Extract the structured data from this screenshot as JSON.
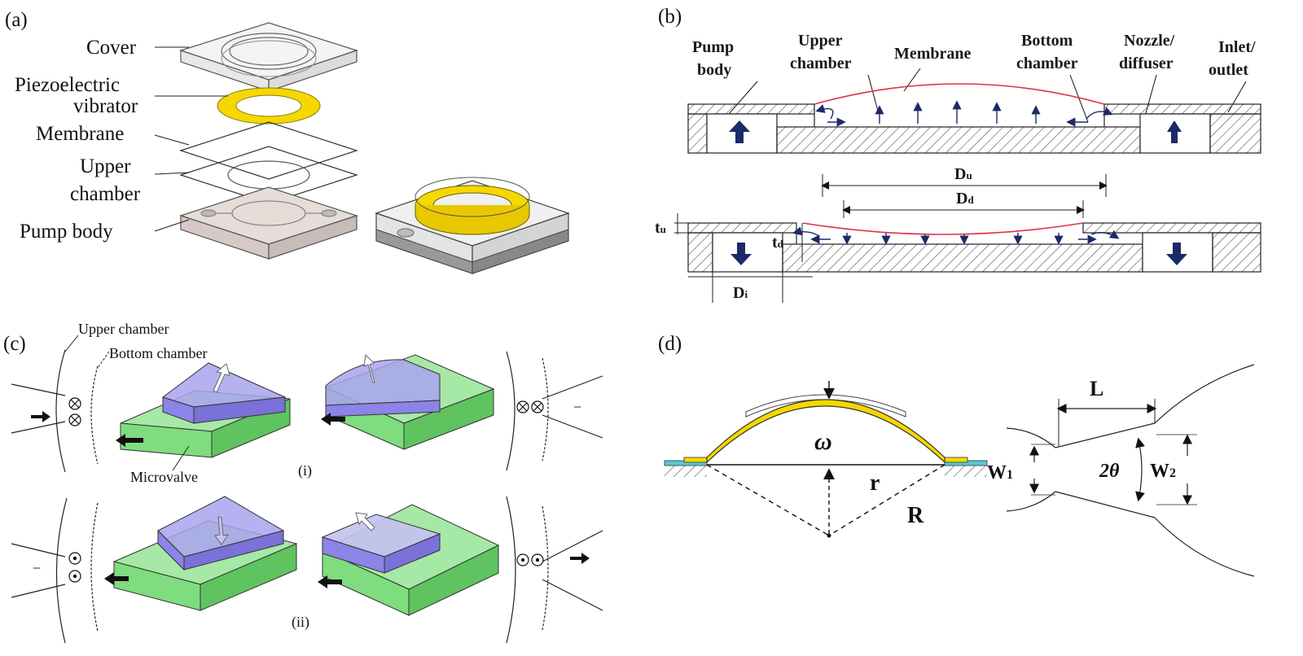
{
  "panels": {
    "a": "(a)",
    "b": "(b)",
    "c": "(c)",
    "d": "(d)"
  },
  "a": {
    "cover": "Cover",
    "piezo_line1": "Piezoelectric",
    "piezo_line2": "vibrator",
    "membrane": "Membrane",
    "upper_line1": "Upper",
    "upper_line2": "chamber",
    "pump_body": "Pump body"
  },
  "b": {
    "pump_line1": "Pump",
    "pump_line2": "body",
    "upper_line1": "Upper",
    "upper_line2": "chamber",
    "membrane": "Membrane",
    "bottom_line1": "Bottom",
    "bottom_line2": "chamber",
    "nozzle_line1": "Nozzle/",
    "nozzle_line2": "diffuser",
    "inlet_line1": "Inlet/",
    "inlet_line2": "outlet",
    "du": "D",
    "du_sub": "u",
    "dd": "D",
    "dd_sub": "d",
    "tu": "t",
    "tu_sub": "u",
    "td": "t",
    "td_sub": "d",
    "di": "D",
    "di_sub": "i"
  },
  "c": {
    "upper_chamber": "Upper chamber",
    "bottom_chamber": "Bottom chamber",
    "microvalve": "Microvalve",
    "case_i": "(i)",
    "case_ii": "(ii)",
    "minus": "−"
  },
  "d": {
    "omega": "ω",
    "r": "r",
    "R": "R",
    "L": "L",
    "w1": "W",
    "w1_sub": "1",
    "w2": "W",
    "w2_sub": "2",
    "theta": "2θ"
  },
  "colors": {
    "piezo": "#f5d800",
    "membrane_red": "#e0304a",
    "navy": "#1a2a66",
    "green": "#7fdc7f",
    "purple": "#8c84e6",
    "pump_body": "#ddd0cc"
  }
}
